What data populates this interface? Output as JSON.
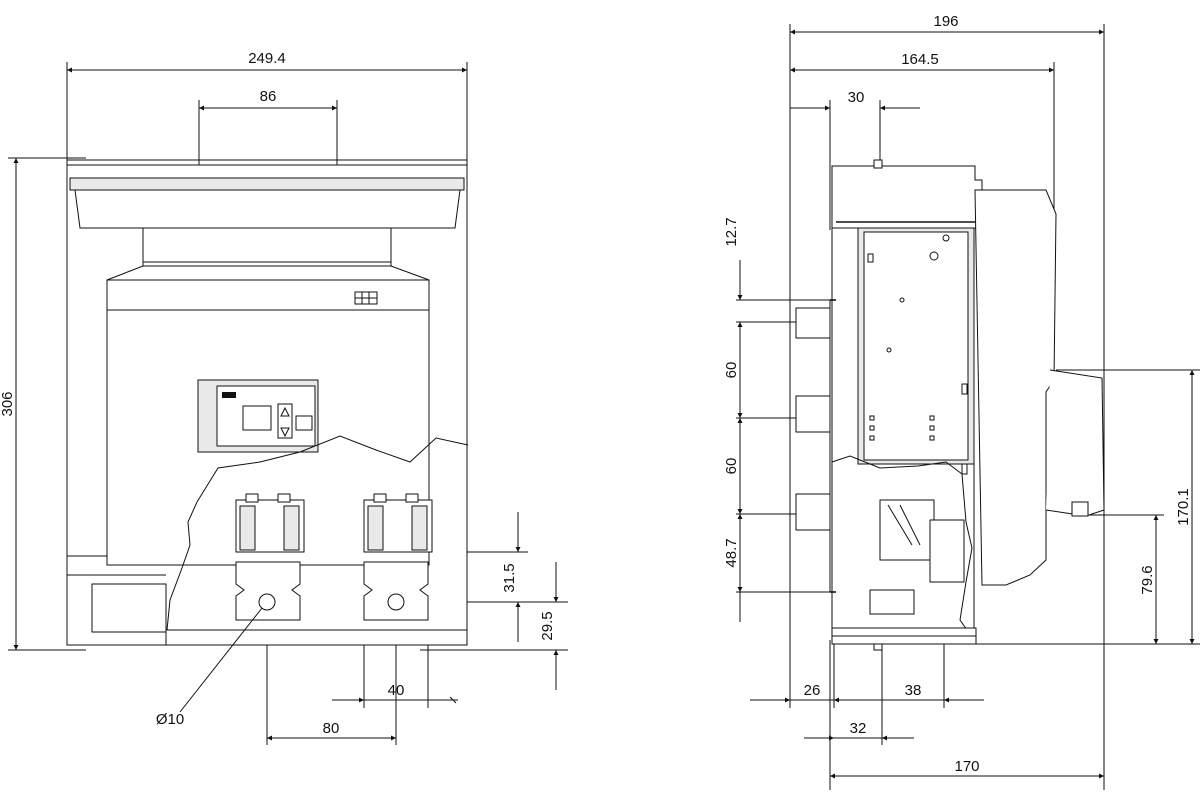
{
  "front_view": {
    "overall_width": "249.4",
    "inner_width": "86",
    "height": "306",
    "terminal_height_a": "31.5",
    "terminal_height_b": "29.5",
    "terminal_pitch": "80",
    "terminal_offset": "40",
    "hole_diameter": "Ø10"
  },
  "side_view": {
    "overall_depth": "196",
    "depth_b": "164.5",
    "flange": "30",
    "upper_offset": "12.7",
    "pitch_1": "60",
    "pitch_2": "60",
    "lower_offset": "48.7",
    "right_height": "170.1",
    "right_offset": "79.6",
    "bottom_a": "26",
    "bottom_b": "38",
    "bottom_c": "32",
    "bottom_depth": "170"
  }
}
